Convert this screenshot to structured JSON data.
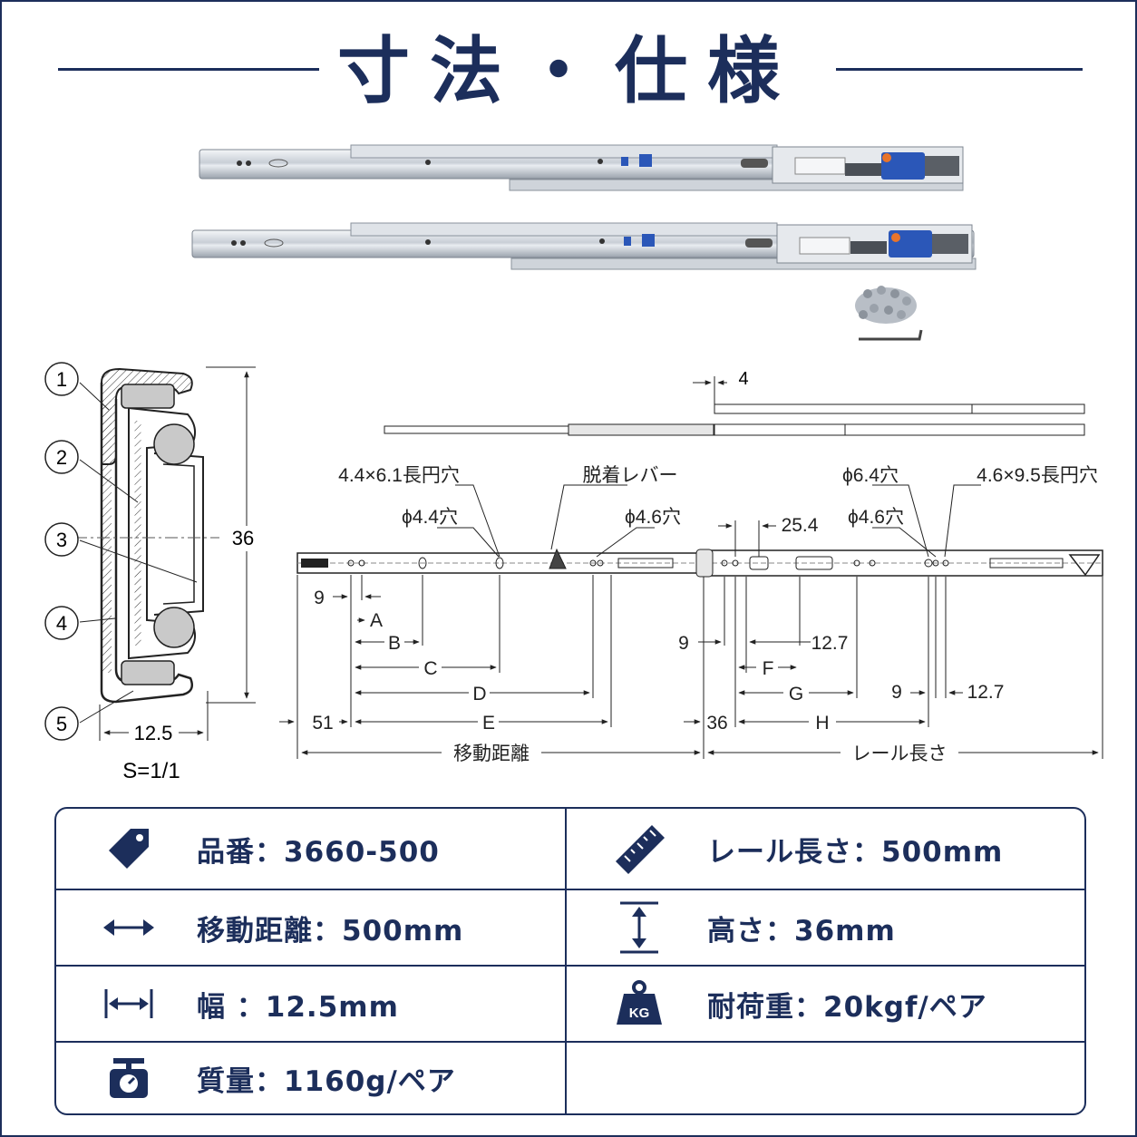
{
  "page": {
    "title": "寸法・仕様"
  },
  "colors": {
    "navy": "#1c2e5b",
    "blue": "#2b57b8",
    "orange": "#e8742a"
  },
  "section": {
    "marker_labels": [
      "1",
      "2",
      "3",
      "4",
      "5"
    ],
    "height": "36",
    "width": "12.5",
    "scale": "S=1/1"
  },
  "drawing": {
    "top_offset": "4",
    "callouts": {
      "slot_left": "4.4×6.1長円穴",
      "lever": "脱着レバー",
      "hole_64": "ϕ6.4穴",
      "slot_right": "4.6×9.5長円穴",
      "hole_44": "ϕ4.4穴",
      "hole_46_a": "ϕ4.6穴",
      "pitch_254": "25.4",
      "hole_46_b": "ϕ4.6穴"
    },
    "dims_left": [
      "9",
      "A",
      "B",
      "C",
      "D",
      "E",
      "51"
    ],
    "dims_right": [
      "9",
      "12.7",
      "F",
      "G",
      "9",
      "12.7",
      "36",
      "H"
    ],
    "travel_label": "移動距離",
    "rail_label": "レール長さ"
  },
  "specs": [
    {
      "icon": "tag-icon",
      "text": "品番：3660-500"
    },
    {
      "icon": "ruler-icon",
      "text": "レール長さ：500mm"
    },
    {
      "icon": "double-arrow-icon",
      "text": "移動距離：500mm"
    },
    {
      "icon": "height-arrow-icon",
      "text": "高さ：36mm"
    },
    {
      "icon": "width-arrow-icon",
      "text": "幅 ：12.5mm"
    },
    {
      "icon": "kg-weight-icon",
      "text": "耐荷重：20kgf/ペア",
      "icon_text": "KG"
    },
    {
      "icon": "scale-icon",
      "text": "質量：1160g/ペア"
    }
  ]
}
